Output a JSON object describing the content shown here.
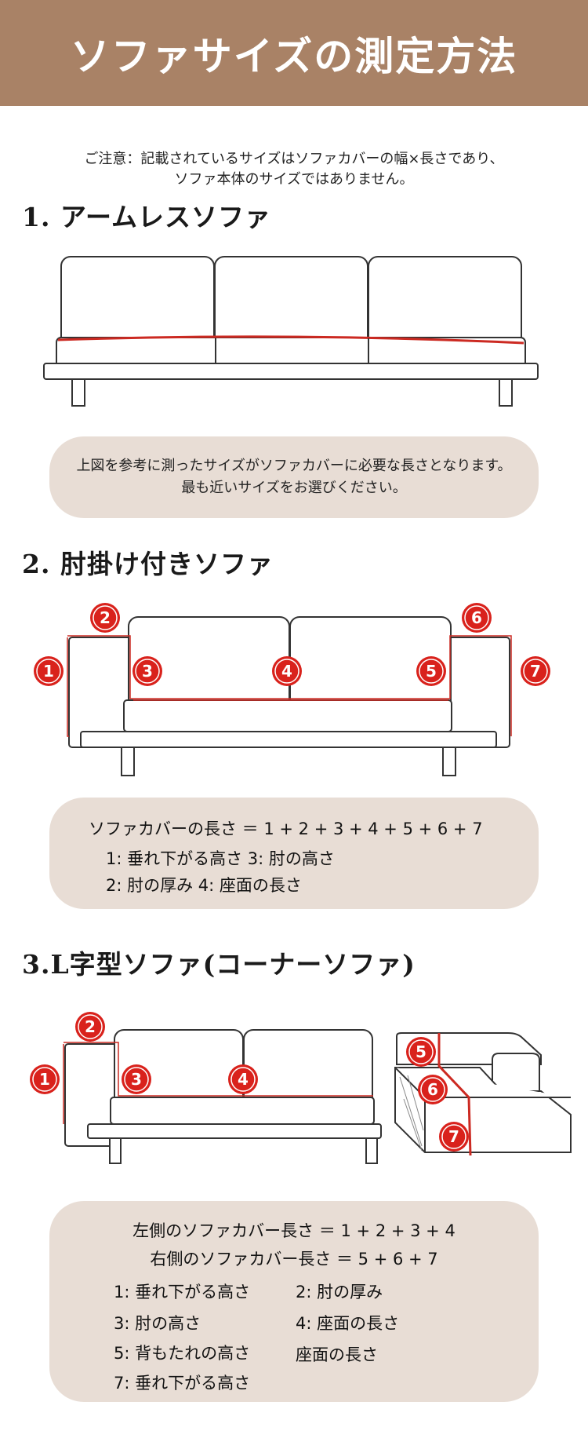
{
  "header": {
    "title": "ソファサイズの測定方法"
  },
  "note": {
    "line1": "ご注意：記載されているサイズはソファカバーの幅×長さであり、",
    "line2": "ソファ本体のサイズではありません。"
  },
  "section1": {
    "title": "1. アームレスソファ",
    "info_line1": "上図を参考に測ったサイズがソファカバーに必要な長さとなります。",
    "info_line2": "最も近いサイズをお選びください。"
  },
  "section2": {
    "title": "2. 肘掛け付きソファ",
    "markers": [
      "1",
      "2",
      "3",
      "4",
      "5",
      "6",
      "7"
    ],
    "formula": "ソファカバーの長さ ＝ 1 + 2 + 3 + 4 + 5 + 6 + 7",
    "legend_row1": "1:  垂れ下がる高さ  3:  肘の高さ",
    "legend_row2": "2:  肘の厚み  4:  座面の長さ"
  },
  "section3": {
    "title": "3.L字型ソファ(コーナーソファ)",
    "markers": [
      "1",
      "2",
      "3",
      "4",
      "5",
      "6",
      "7"
    ],
    "formula_left": "左側のソファカバー長さ ＝ 1 + 2 + 3 + 4",
    "formula_right": "右側のソファカバー長さ ＝ 5 + 6 + 7",
    "legend": [
      [
        "1:  垂れ下がる高さ",
        "2:  肘の厚み"
      ],
      [
        "3:  肘の高さ",
        "4:  座面の長さ"
      ],
      [
        "5:  背もたれの高さ",
        "座面の長さ"
      ],
      [
        "7:  垂れ下がる高さ",
        ""
      ]
    ]
  },
  "colors": {
    "banner": "#a98266",
    "info_box": "#e8ddd5",
    "marker_red": "#d9221c",
    "line_red": "#cc2a22"
  }
}
